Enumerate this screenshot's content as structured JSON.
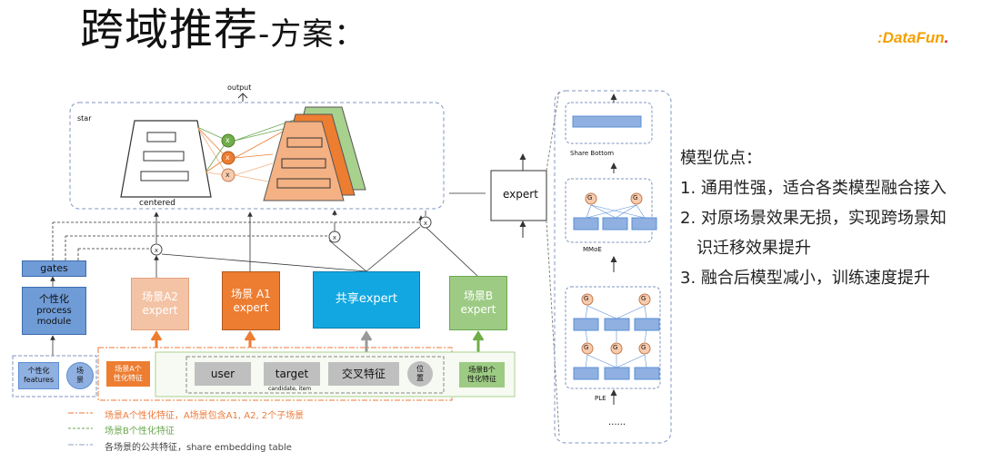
{
  "title": {
    "main": "跨域推荐",
    "sub": "-方案："
  },
  "logo": {
    "part1": ":DataFun",
    "part2": "."
  },
  "star": {
    "output": "output",
    "label": "star",
    "centered": "centered",
    "x": "x"
  },
  "gates": "gates",
  "personal_module": {
    "line1": "个性化",
    "line2": "process",
    "line3": "module"
  },
  "experts": {
    "a2": {
      "line1": "场景A2",
      "line2": "expert"
    },
    "a1": {
      "line1": "场景 A1",
      "line2": "expert"
    },
    "shared": "共享expert",
    "b": {
      "line1": "场景B",
      "line2": "expert"
    }
  },
  "features": {
    "personal": {
      "line1": "个性化",
      "line2": "features"
    },
    "scene": {
      "line1": "场",
      "line2": "景"
    },
    "a_personal": {
      "line1": "场景A个",
      "line2": "性化特征"
    },
    "user": "user",
    "target": "target",
    "target_sub": "candidate, item",
    "cross": "交叉特征",
    "position": {
      "line1": "位",
      "line2": "置"
    },
    "b_personal": {
      "line1": "场景B个",
      "line2": "性化特征"
    }
  },
  "legend": [
    {
      "text": "场景A个性化特征，A场景包含A1, A2, 2个子场景",
      "color": "#ec7a3a"
    },
    {
      "text": "场景B个性化特征",
      "color": "#6aa84f"
    },
    {
      "text": "各场景的公共特征，share embedding table",
      "color": "#8aa0c0"
    }
  ],
  "expert_panel": {
    "expert": "expert",
    "share_bottom": "Share Bottom",
    "mmoe": "MMoE",
    "ple": "PLE",
    "more": "......",
    "g": "G"
  },
  "advantages": {
    "title": "模型优点：",
    "items": [
      "1. 通用性强，适合各类模型融合接入",
      "2. 对原场景效果无损，实现跨场景知",
      "识迁移效果提升",
      "3. 融合后模型减小，训练速度提升"
    ]
  },
  "colors": {
    "orange": "#ed7d31",
    "light_orange": "#f4c3a6",
    "blue_box": "#5b8fd6",
    "cyan": "#12a7e0",
    "green": "#9dcb84",
    "gray": "#bfbfbf"
  }
}
